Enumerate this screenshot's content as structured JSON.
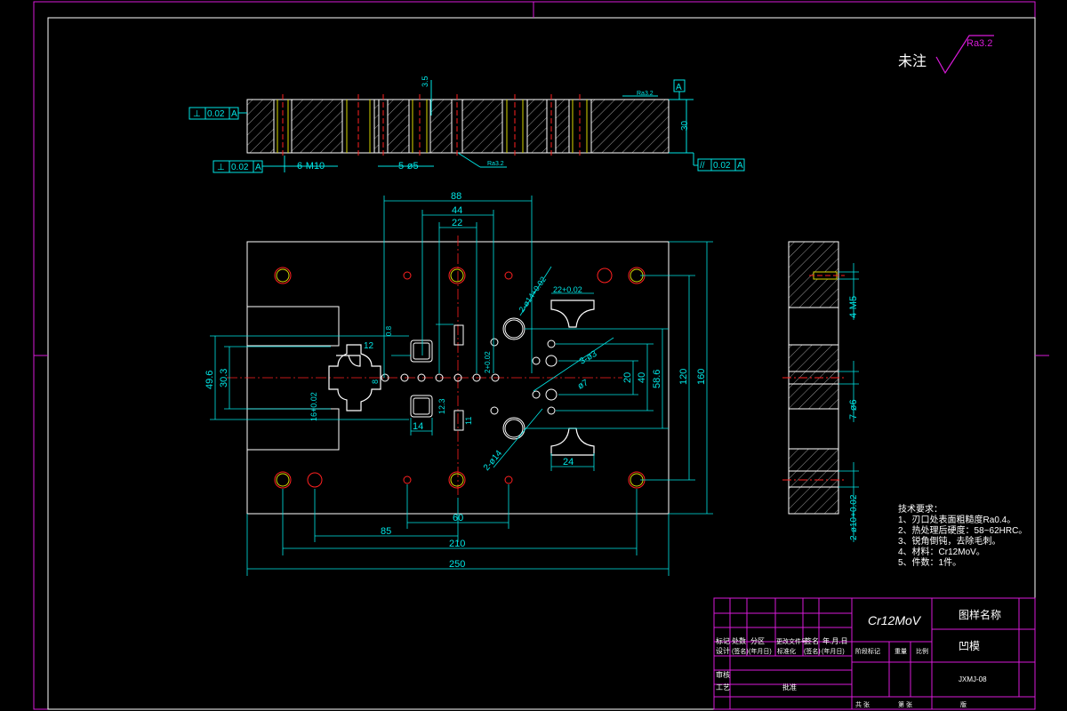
{
  "finish": {
    "label": "未注",
    "roughness": "Ra3.2"
  },
  "top_view": {
    "tol_flat1": "0.02",
    "ref": "A",
    "tol_flat2": "0.02",
    "tol_par": "0.02",
    "dim_35": "3.5",
    "dim_30": "30",
    "ra_small": "Ra3.2",
    "ra_small2": "Ra3.2",
    "m10": "6-M10",
    "phi5": "5-ø5"
  },
  "plan_view": {
    "dim_88": "88",
    "dim_44": "44",
    "dim_22": "22",
    "dim_250": "250",
    "dim_210": "210",
    "dim_85": "85",
    "dim_60": "60",
    "dim_160": "160",
    "dim_120": "120",
    "dim_58_6": "58.6",
    "dim_40": "40",
    "dim_20": "20",
    "dim_49_6": "49.6",
    "dim_30_3": "30.3",
    "dim_14": "14",
    "dim_24": "24",
    "dim_11": "11",
    "dim_12_3": "12.3",
    "dim_12": "12",
    "dim_22_tol": "22+0.02",
    "dim_16_tol": "16+0.02",
    "dim_2phi14": "2-ø14",
    "dim_2phi14_tol": "2-ø14+0.02",
    "dim_3phi3": "3-ø3",
    "dim_phi7": "ø7",
    "dim_8": "8",
    "dim_2_tol": "2+0.02",
    "dim_0_8": "0.8"
  },
  "side_view": {
    "m5": "4-M5",
    "phi6": "7-ø6",
    "phi10": "2-ø10+0.02"
  },
  "tech": {
    "title": "技术要求：",
    "items": [
      "1、刃口处表面粗糙度Ra0.4。",
      "2、热处理后硬度：58~62HRC。",
      "3、锐角倒钝，去除毛刺。",
      "4、材料：Cr12MoV。",
      "5、件数：1件。"
    ]
  },
  "title_block": {
    "material": "Cr12MoV",
    "drawing_name_label": "图样名称",
    "part_name": "凹模",
    "drawing_no": "JXMJ-08",
    "row_mark": [
      "标记",
      "处数",
      "分区",
      "更改文件号",
      "签名",
      "年.月.日"
    ],
    "row_design": [
      "设计",
      "(签名)",
      "(年月日)",
      "标准化",
      "(签名)",
      "(年月日)"
    ],
    "row_stage": [
      "阶段标记",
      "重量",
      "比例"
    ],
    "row_review": "审核",
    "row_process": "工艺",
    "row_approve": "批准",
    "sheet_total": "共  张",
    "sheet_no": "第  张",
    "version": "版"
  }
}
